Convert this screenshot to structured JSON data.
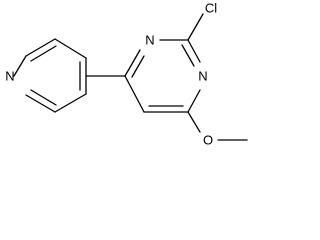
{
  "molecule": {
    "atoms": {
      "pyridine_n": "N",
      "pyrimidine_n1": "N",
      "pyrimidine_n3": "N",
      "chlorine": "Cl",
      "methoxy_o": "O"
    },
    "colors": {
      "bond": "#000000",
      "label": "#000000",
      "background": "#ffffff"
    }
  }
}
